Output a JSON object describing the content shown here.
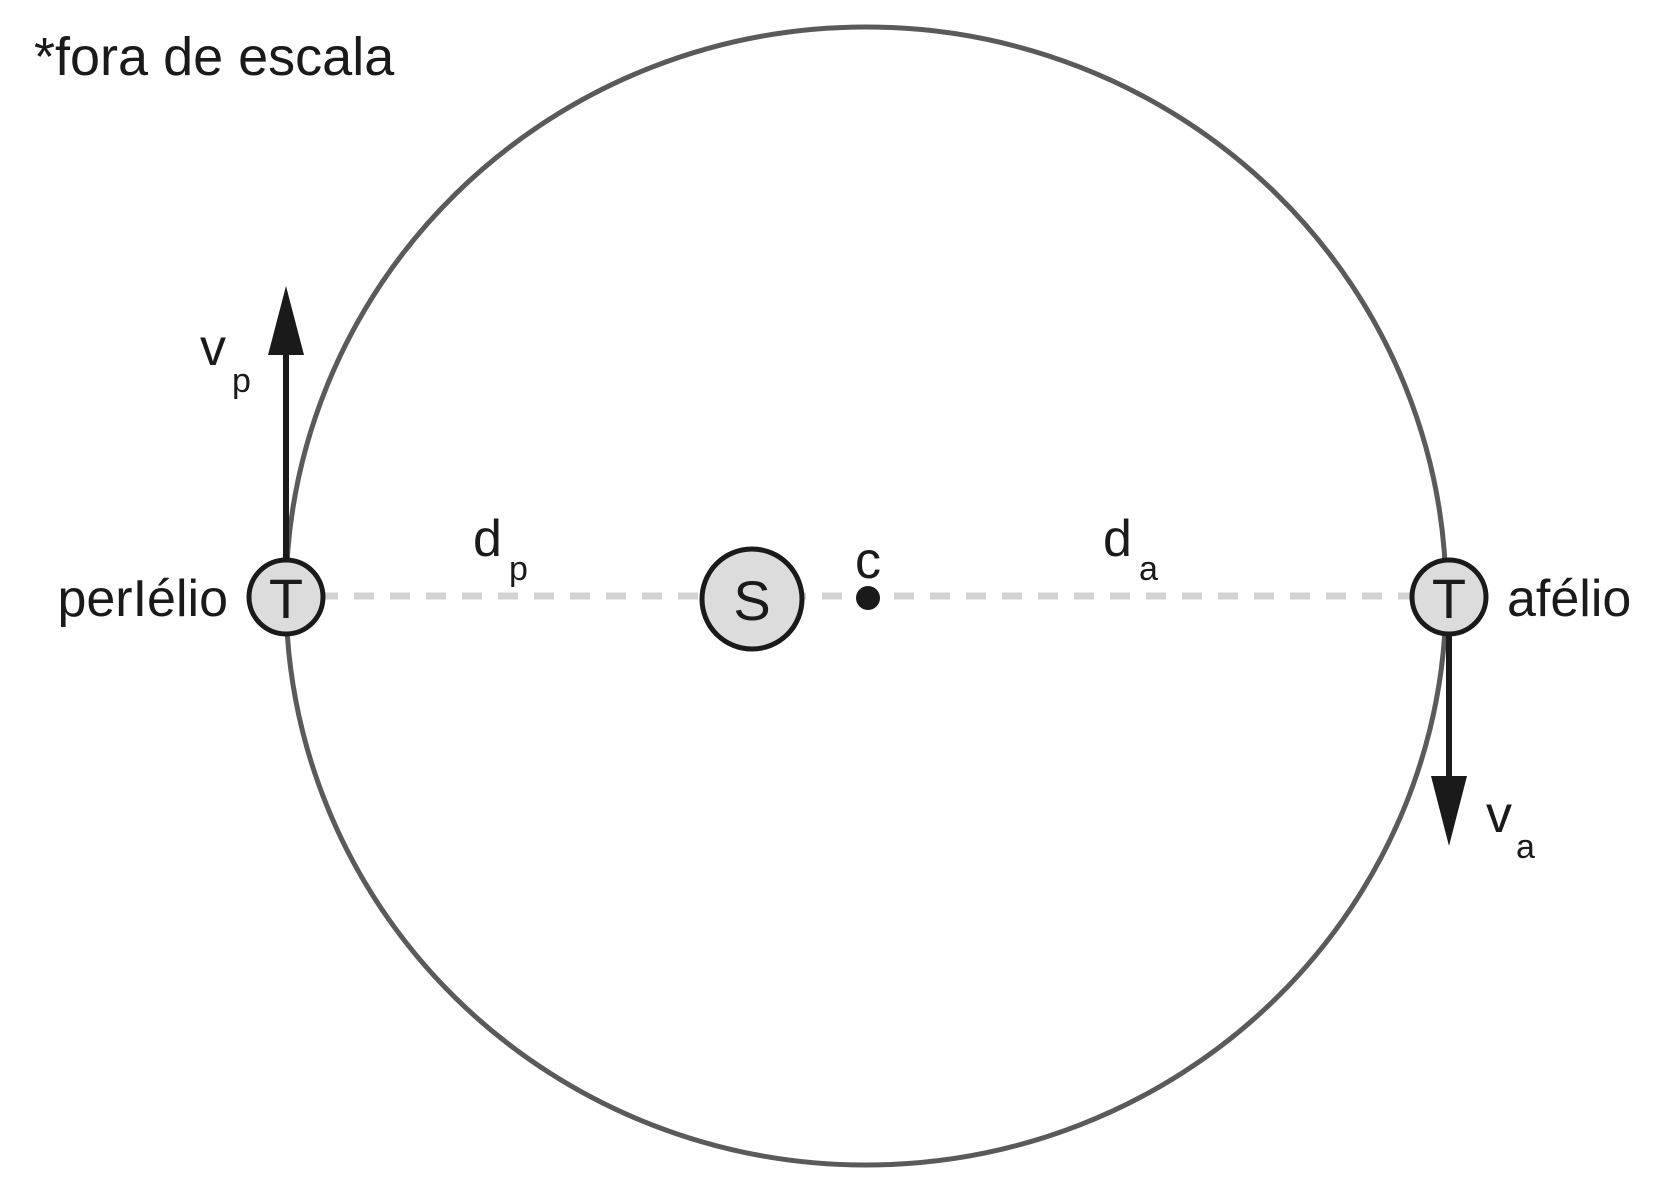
{
  "note": "*fora de escala",
  "orbit": {
    "center_label": "c"
  },
  "sun": {
    "label": "S"
  },
  "perihelion": {
    "label": "perIélio",
    "body_label": "T",
    "velocity_main": "v",
    "velocity_sub": "p",
    "distance_main": "d",
    "distance_sub": "p"
  },
  "aphelion": {
    "label": "afélio",
    "body_label": "T",
    "velocity_main": "v",
    "velocity_sub": "a",
    "distance_main": "d",
    "distance_sub": "a"
  },
  "colors": {
    "orbit_stroke": "#5a5a5a",
    "axis_dash": "#d3d3d3",
    "body_fill": "#dcdcdc",
    "ink": "#1a1a1a"
  }
}
